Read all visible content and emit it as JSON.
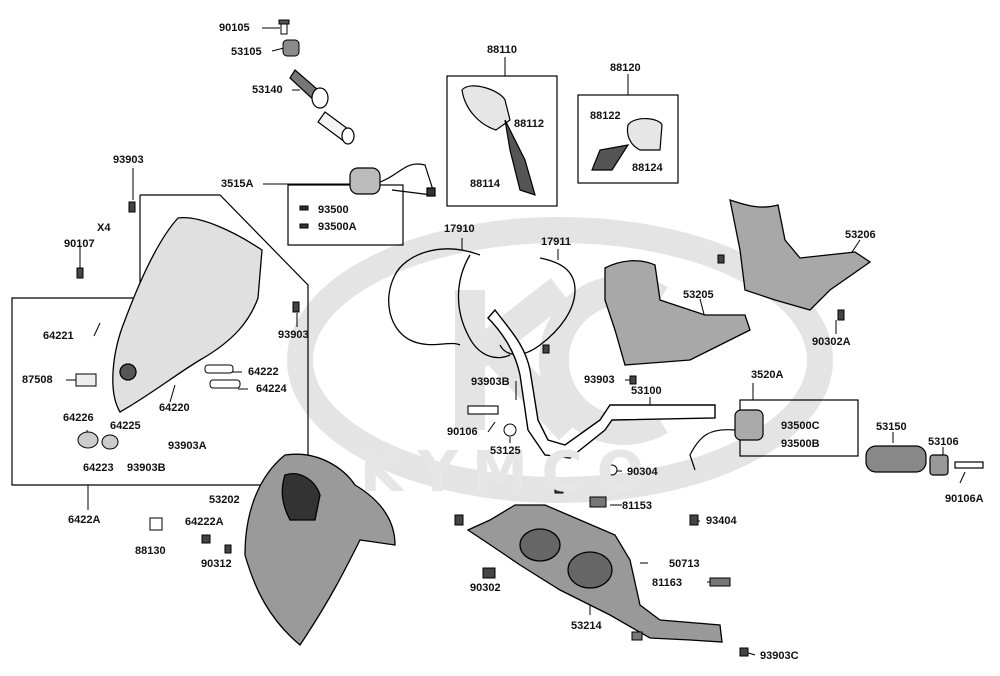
{
  "watermark": {
    "brand": "KYMCO"
  },
  "callouts": [
    {
      "id": "90105",
      "text": "90105"
    },
    {
      "id": "53105",
      "text": "53105"
    },
    {
      "id": "53140",
      "text": "53140"
    },
    {
      "id": "93903_top",
      "text": "93903"
    },
    {
      "id": "x4",
      "text": "X4"
    },
    {
      "id": "90107",
      "text": "90107"
    },
    {
      "id": "3515A",
      "text": "3515A"
    },
    {
      "id": "93500",
      "text": "93500"
    },
    {
      "id": "93500A",
      "text": "93500A"
    },
    {
      "id": "88110",
      "text": "88110"
    },
    {
      "id": "88112",
      "text": "88112"
    },
    {
      "id": "88114",
      "text": "88114"
    },
    {
      "id": "88120",
      "text": "88120"
    },
    {
      "id": "88122",
      "text": "88122"
    },
    {
      "id": "88124",
      "text": "88124"
    },
    {
      "id": "17910",
      "text": "17910"
    },
    {
      "id": "17911",
      "text": "17911"
    },
    {
      "id": "53206",
      "text": "53206"
    },
    {
      "id": "53205",
      "text": "53205"
    },
    {
      "id": "90302A",
      "text": "90302A"
    },
    {
      "id": "64221",
      "text": "64221"
    },
    {
      "id": "93903_mid",
      "text": "93903"
    },
    {
      "id": "87508",
      "text": "87508"
    },
    {
      "id": "64222",
      "text": "64222"
    },
    {
      "id": "64224",
      "text": "64224"
    },
    {
      "id": "64220",
      "text": "64220"
    },
    {
      "id": "64226",
      "text": "64226"
    },
    {
      "id": "64225",
      "text": "64225"
    },
    {
      "id": "93903A",
      "text": "93903A"
    },
    {
      "id": "64223",
      "text": "64223"
    },
    {
      "id": "93903B_left",
      "text": "93903B"
    },
    {
      "id": "6422A",
      "text": "6422A"
    },
    {
      "id": "93903B",
      "text": "93903B"
    },
    {
      "id": "93903_right",
      "text": "93903"
    },
    {
      "id": "53100",
      "text": "53100"
    },
    {
      "id": "3520A",
      "text": "3520A"
    },
    {
      "id": "90106",
      "text": "90106"
    },
    {
      "id": "53125",
      "text": "53125"
    },
    {
      "id": "93500C",
      "text": "93500C"
    },
    {
      "id": "93500B",
      "text": "93500B"
    },
    {
      "id": "53150",
      "text": "53150"
    },
    {
      "id": "53106",
      "text": "53106"
    },
    {
      "id": "90304",
      "text": "90304"
    },
    {
      "id": "90106A",
      "text": "90106A"
    },
    {
      "id": "53202",
      "text": "53202"
    },
    {
      "id": "81153",
      "text": "81153"
    },
    {
      "id": "64222A",
      "text": "64222A"
    },
    {
      "id": "93404",
      "text": "93404"
    },
    {
      "id": "88130",
      "text": "88130"
    },
    {
      "id": "90312",
      "text": "90312"
    },
    {
      "id": "50713",
      "text": "50713"
    },
    {
      "id": "90302",
      "text": "90302"
    },
    {
      "id": "81163",
      "text": "81163"
    },
    {
      "id": "53214",
      "text": "53214"
    },
    {
      "id": "93903C",
      "text": "93903C"
    }
  ]
}
